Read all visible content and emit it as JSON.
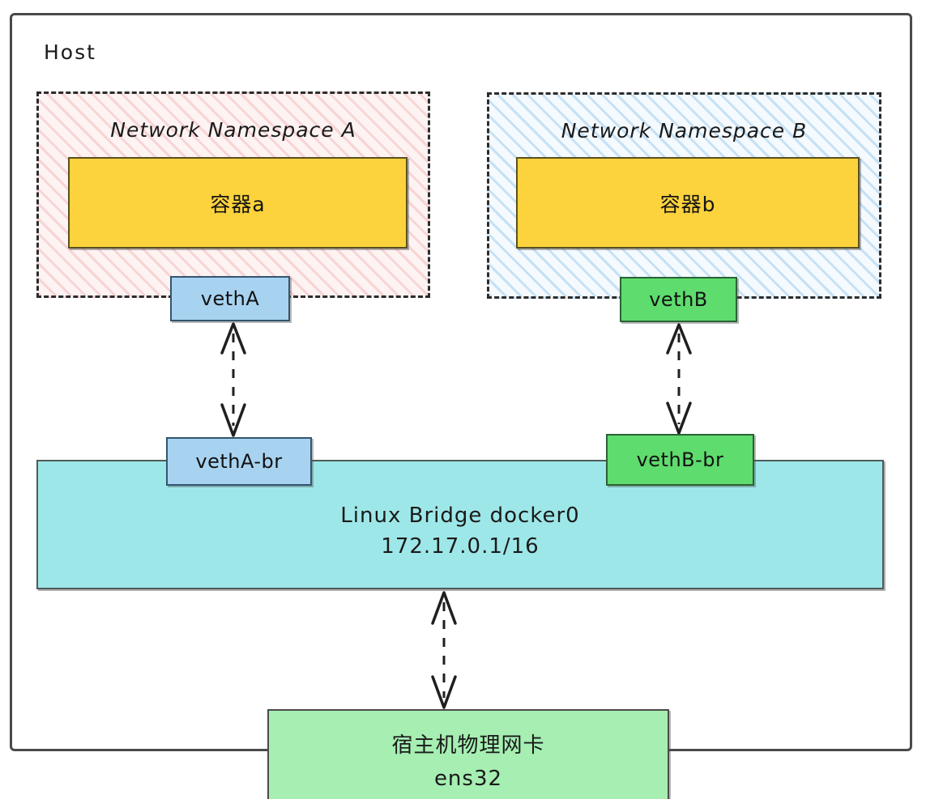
{
  "diagram": {
    "host": {
      "label": "Host"
    },
    "namespaces": [
      {
        "title": "Network Namespace A",
        "fill": "#fdf3f3",
        "hatch_color": "#f3b9b9",
        "container": {
          "label": "容器a",
          "fill": "#fdd33d"
        },
        "veth": {
          "label": "vethA",
          "fill": "#a8d3f0"
        },
        "veth_br": {
          "label": "vethA-br",
          "fill": "#a8d3f0"
        }
      },
      {
        "title": "Network Namespace B",
        "fill": "#f4fafe",
        "hatch_color": "#a7d0ee",
        "container": {
          "label": "容器b",
          "fill": "#fdd33d"
        },
        "veth": {
          "label": "vethB",
          "fill": "#5edc6e"
        },
        "veth_br": {
          "label": "vethB-br",
          "fill": "#5edc6e"
        }
      }
    ],
    "bridge": {
      "name": "Linux Bridge docker0",
      "address": "172.17.0.1/16",
      "fill": "#9ee7e8"
    },
    "nic": {
      "name": "宿主机物理网卡",
      "interface": "ens32",
      "fill": "#a6eeb2"
    },
    "connectors": [
      {
        "from": "vethA",
        "to": "vethA-br",
        "style": "dashed",
        "arrows": "both"
      },
      {
        "from": "vethB",
        "to": "vethB-br",
        "style": "dashed",
        "arrows": "both"
      },
      {
        "from": "Linux Bridge docker0",
        "to": "宿主机物理网卡 ens32",
        "style": "dashed",
        "arrows": "both"
      }
    ]
  }
}
